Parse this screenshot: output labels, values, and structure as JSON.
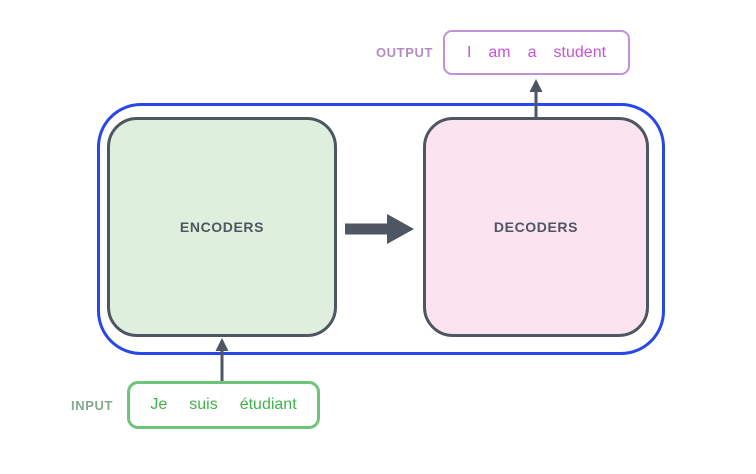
{
  "diagram": {
    "encoders": {
      "label": "ENCODERS"
    },
    "decoders": {
      "label": "DECODERS"
    },
    "output": {
      "label": "OUTPUT",
      "words": [
        "I",
        "am",
        "a",
        "student"
      ]
    },
    "input": {
      "label": "INPUT",
      "words": [
        "Je",
        "suis",
        "étudiant"
      ]
    }
  },
  "colors": {
    "outline_blue": "#2847eb",
    "block_border_slate": "#4d5661",
    "encoders_fill": "#dfefdd",
    "decoders_fill": "#fbe3ef",
    "output_box_border": "#c38fd6",
    "output_text": "#c553d2",
    "output_label": "#b18cc2",
    "input_box_border": "#6fc47b",
    "input_text": "#41b04d",
    "input_label": "#85a98b",
    "arrow": "#4d5661",
    "background": "#ffffff"
  }
}
